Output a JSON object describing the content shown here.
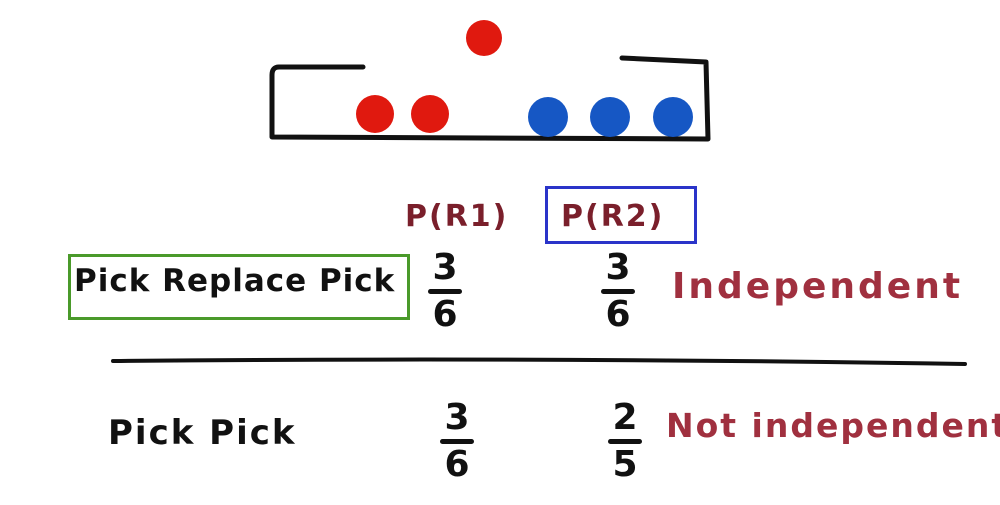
{
  "balls": {
    "drawn_color": "#e0190f",
    "box": {
      "red_count": 2,
      "blue_count": 3,
      "red": "#e0190f",
      "blue": "#1657c4"
    }
  },
  "headers": {
    "p_r1": "P(R1)",
    "p_r2": "P(R2)"
  },
  "rows": [
    {
      "label": "Pick Replace Pick",
      "p_r1": {
        "num": "3",
        "den": "6"
      },
      "p_r2": {
        "num": "3",
        "den": "6"
      },
      "result": "Independent"
    },
    {
      "label": "Pick Pick",
      "p_r1": {
        "num": "3",
        "den": "6"
      },
      "p_r2": {
        "num": "2",
        "den": "5"
      },
      "result": "Not independent"
    }
  ],
  "colors": {
    "header_text": "#7a1f2b",
    "result_text": "#a0303f",
    "highlight_blue": "#2a34c9",
    "highlight_green": "#4a9a2a"
  }
}
